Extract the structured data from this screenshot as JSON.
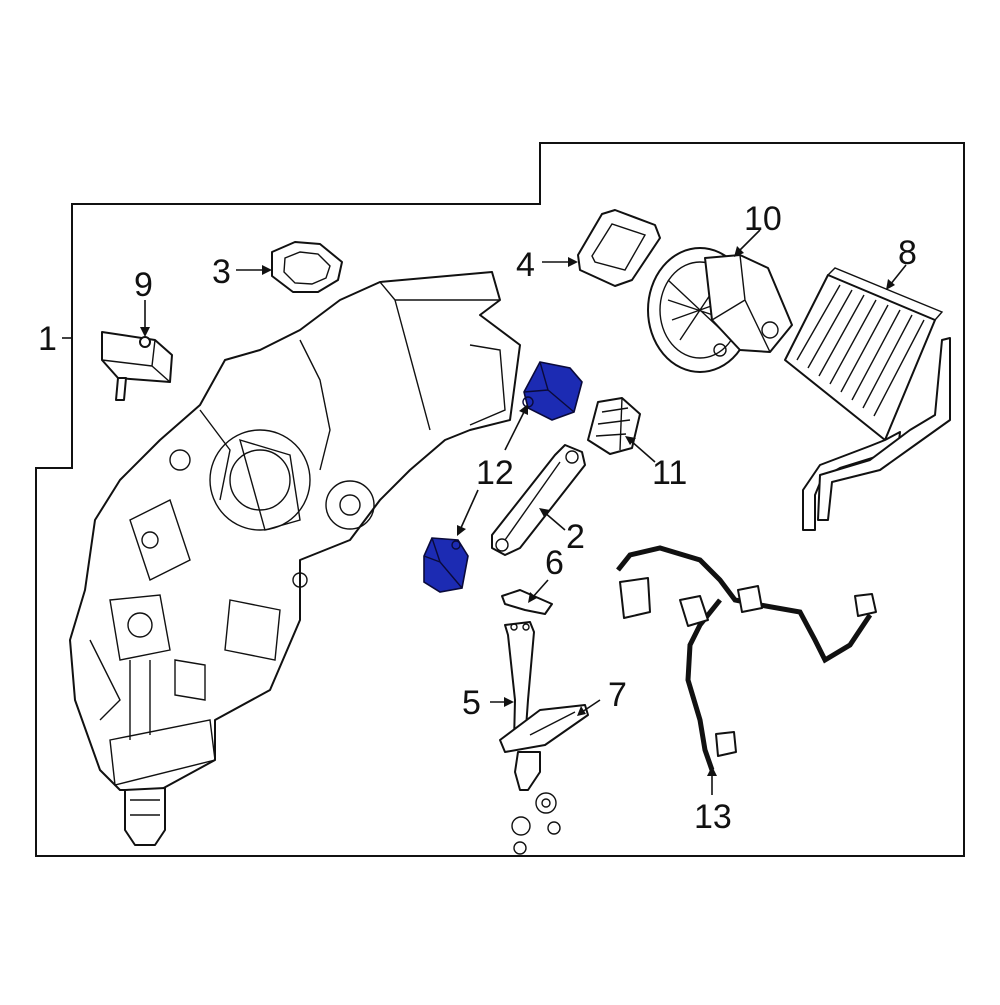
{
  "colors": {
    "line": "#111111",
    "highlight": "#1c2bb3",
    "background": "#ffffff"
  },
  "callouts": {
    "c1": "1",
    "c2": "2",
    "c3": "3",
    "c4": "4",
    "c5": "5",
    "c6": "6",
    "c7": "7",
    "c8": "8",
    "c9": "9",
    "c10": "10",
    "c11": "11",
    "c12": "12",
    "c13": "13"
  }
}
